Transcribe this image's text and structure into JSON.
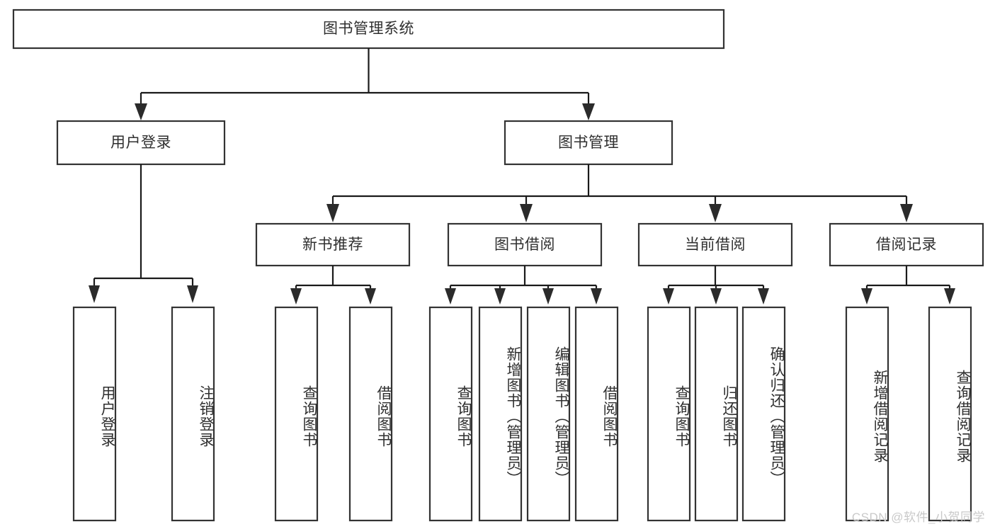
{
  "diagram": {
    "title": "图书管理系统",
    "type": "tree-hierarchy",
    "watermark": "CSDN @软件_小贺同学",
    "colors": {
      "box_stroke": "#333333",
      "box_fill": "#ffffff",
      "connector": "#1a1a1a",
      "text": "#2f2f2f",
      "watermark": "#c9c9c9",
      "background": "#ffffff"
    },
    "root": {
      "id": "root",
      "label": "图书管理系统"
    },
    "level2": [
      {
        "id": "user-login",
        "label": "用户登录"
      },
      {
        "id": "book-manage",
        "label": "图书管理"
      }
    ],
    "level3": [
      {
        "id": "new-book-recommend",
        "label": "新书推荐",
        "parent": "book-manage"
      },
      {
        "id": "book-borrow",
        "label": "图书借阅",
        "parent": "book-manage"
      },
      {
        "id": "current-borrow",
        "label": "当前借阅",
        "parent": "book-manage"
      },
      {
        "id": "borrow-record",
        "label": "借阅记录",
        "parent": "book-manage"
      }
    ],
    "leaves": {
      "user-login": [
        {
          "id": "leaf-user-login",
          "label": "用户登录"
        },
        {
          "id": "leaf-user-logout",
          "label": "注销登录"
        }
      ],
      "new-book-recommend": [
        {
          "id": "leaf-query-book-1",
          "label": "查询图书"
        },
        {
          "id": "leaf-borrow-book-1",
          "label": "借阅图书"
        }
      ],
      "book-borrow": [
        {
          "id": "leaf-query-book-2",
          "label": "查询图书"
        },
        {
          "id": "leaf-add-book",
          "label": "新增图书（管理员）"
        },
        {
          "id": "leaf-edit-book",
          "label": "编辑图书（管理员）"
        },
        {
          "id": "leaf-borrow-book-2",
          "label": "借阅图书"
        }
      ],
      "current-borrow": [
        {
          "id": "leaf-query-book-3",
          "label": "查询图书"
        },
        {
          "id": "leaf-return-book",
          "label": "归还图书"
        },
        {
          "id": "leaf-confirm-return",
          "label": "确认归还（管理员）"
        }
      ],
      "borrow-record": [
        {
          "id": "leaf-add-record",
          "label": "新增借阅记录"
        },
        {
          "id": "leaf-query-record",
          "label": "查询借阅记录"
        }
      ]
    }
  }
}
